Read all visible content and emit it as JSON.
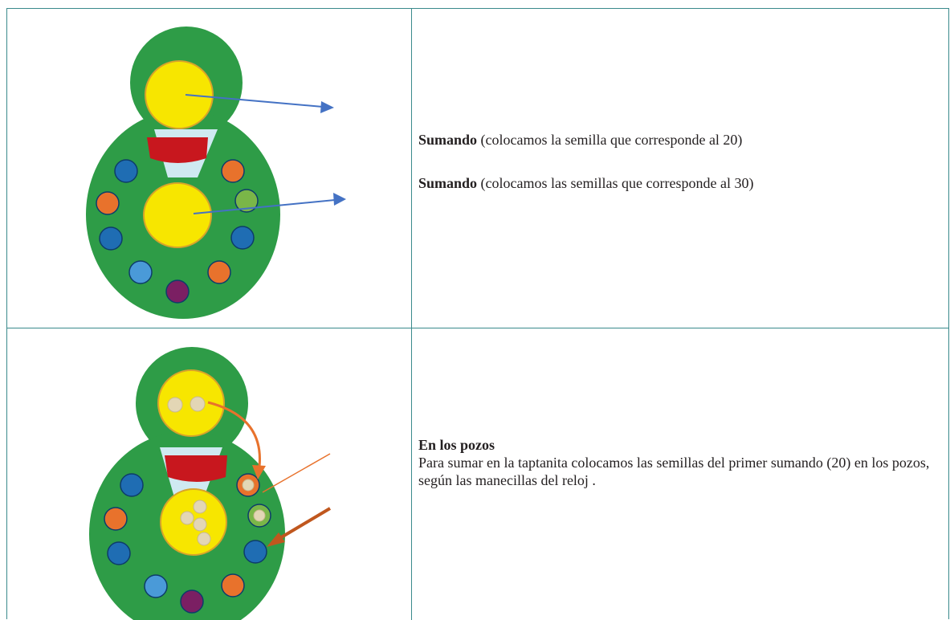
{
  "rows": [
    {
      "lines": [
        {
          "bold": "Sumando",
          "text": " (colocamos la semilla que corresponde al 20)"
        },
        {
          "bold": "Sumando",
          "text": " (colocamos las semillas que corresponde al 30)"
        }
      ]
    },
    {
      "heading": "En los pozos",
      "body": "Para sumar en la taptanita colocamos las semillas del primer sumando (20) en los pozos, según las manecillas del reloj ."
    }
  ],
  "colors": {
    "board_green": "#2e9c47",
    "yellow": "#f7e600",
    "yellow_border": "#d8a32a",
    "red": "#c8171e",
    "light_blue_band": "#cfe9f1",
    "well_blue": "#1f6db3",
    "well_orange": "#e8722c",
    "well_green": "#7ab648",
    "well_purple": "#7b1f63",
    "well_lightblue": "#4a9ad8",
    "arrow_blue": "#4472c4",
    "arrow_orange": "#e8722c",
    "seed": "#e3d6b5",
    "border": "#3a8a8c"
  }
}
